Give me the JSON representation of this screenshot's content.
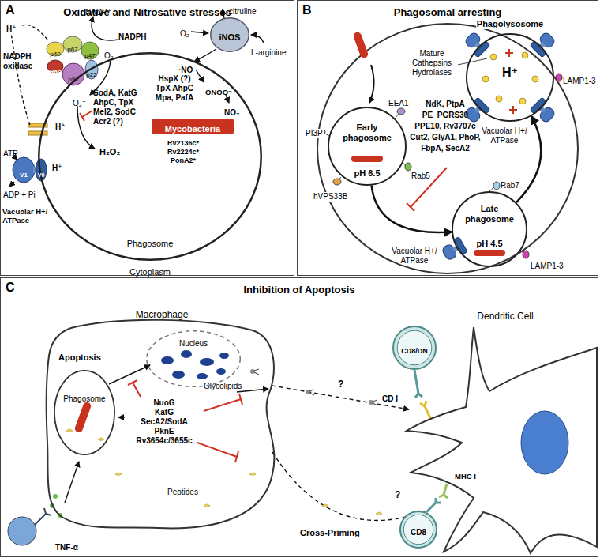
{
  "diagram": {
    "nodes": [
      {
        "text": [
          "A",
          "Oxidative and Nitrosative stresses"
        ]
      },
      {
        "text": [
          "Phagosome"
        ],
        "in": 0
      },
      {
        "text": [
          "Mycobacteria"
        ],
        "in": 1
      },
      {
        "text": [
          "iNOS"
        ],
        "in": 0
      },
      {
        "text": [
          "B",
          "Phagosomal arresting"
        ]
      },
      {
        "text": [
          "Early phagosome",
          "pH 6.5"
        ],
        "in": 4
      },
      {
        "text": [
          "Late phagosome",
          "pH 4.5"
        ],
        "in": 4
      },
      {
        "text": [
          "Phagolysosome",
          "H⁺"
        ],
        "in": 4
      },
      {
        "text": [
          "C",
          "Inhibition of Apoptosis"
        ]
      },
      {
        "text": [
          "Macrophage"
        ],
        "in": 8
      },
      {
        "text": [
          "Nucleus"
        ],
        "in": 9
      },
      {
        "text": [
          "Phagosome"
        ],
        "in": 9
      },
      {
        "text": [
          "Dendritic Cell"
        ],
        "in": 8
      },
      {
        "text": [
          "CD8/DN"
        ],
        "in": 8
      },
      {
        "text": [
          "CD8"
        ],
        "in": 8
      }
    ],
    "edges": [
      {
        "from": 5,
        "to": 6,
        "arrow": "to"
      },
      {
        "from": 6,
        "to": 7,
        "arrow": "to"
      }
    ],
    "labels": [
      "NADP⁺",
      "NADPH",
      "H⁺",
      "p40",
      "p67",
      "p47",
      "p22",
      "p91",
      "Rac",
      "NADPH oxidase",
      "O₂",
      "O₂⁻",
      "H⁺",
      "H⁺",
      "ATP",
      "ADP + Pi",
      "V1",
      "V0",
      "Vacuolar H+/ ATPase",
      "H₂O₂",
      "SodA, KatG AhpC, TpX Mel2, SodC Acr2 (?)",
      "citruline",
      "L-arginine",
      "O₂",
      "·NO",
      "ONOO⁻",
      "NO₂",
      "HspX (?) TpX AhpC Mpa, PafA",
      "Rv2136c* Rv2224c* PonA2*",
      "Cytoplasm",
      "EEA1",
      "PI3P",
      "Rab5",
      "hVPS33B",
      "Mature Cathepsins Hydrolases",
      "LAMP1-3",
      "Vacuolar H+/ ATPase",
      "NdK, PtpA PE_PGRS30 PPE10, Rv3707c Cut2, GlyA1, PhoP, FbpA, SecA2",
      "Rab7",
      "Vacuolar H+/ ATPase",
      "LAMP1-3",
      "Apoptosis",
      "NuoG KatG SecA2/SodA PknE Rv3654c/3655c",
      "Glycolipids",
      "Peptides",
      "TNF-α",
      "CD I",
      "?",
      "MHC I",
      "?",
      "Cross-Priming"
    ]
  }
}
